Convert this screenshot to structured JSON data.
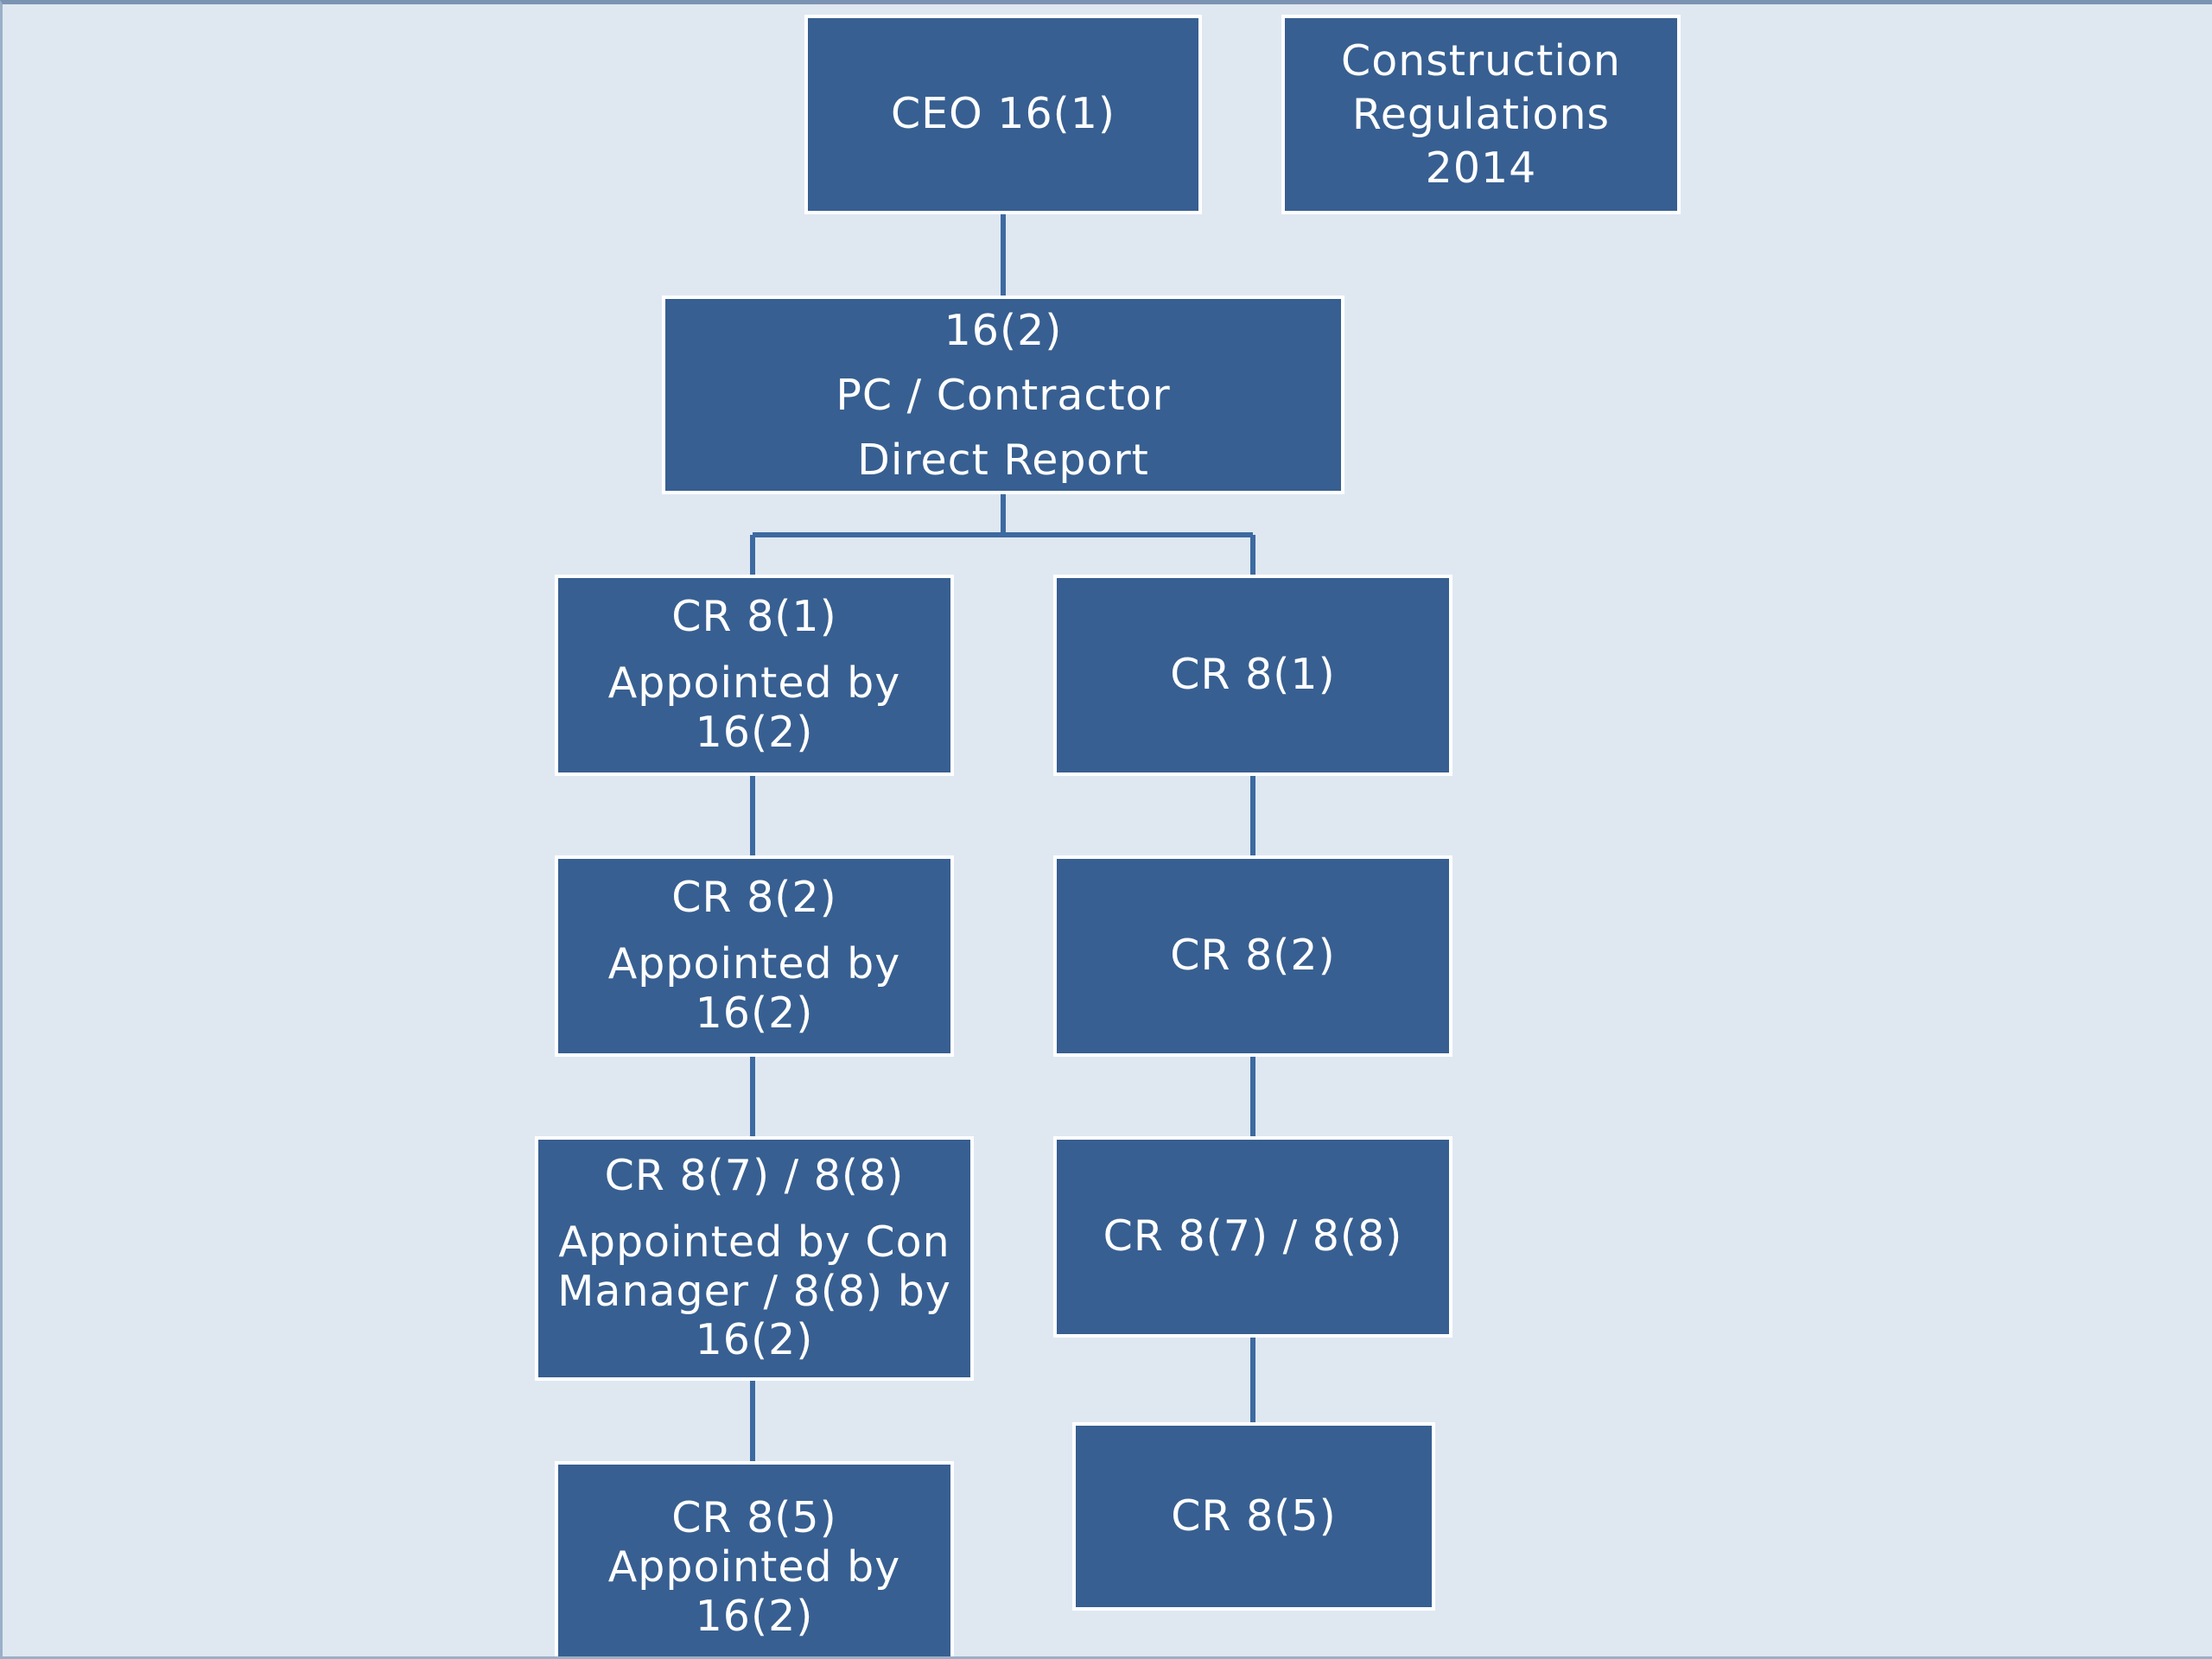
{
  "diagram": {
    "ceo": {
      "lines": [
        "CEO 16(1)"
      ]
    },
    "regs": {
      "lines": [
        "Construction",
        "Regulations",
        "2014"
      ]
    },
    "pc": {
      "lines": [
        "16(2)",
        "PC / Contractor",
        "Direct Report"
      ]
    },
    "left": [
      {
        "title": "CR 8(1)",
        "lines": [
          "Appointed by",
          "16(2)"
        ]
      },
      {
        "title": "CR 8(2)",
        "lines": [
          "Appointed by",
          "16(2)"
        ]
      },
      {
        "title": "CR 8(7) / 8(8)",
        "lines": [
          "Appointed by Con",
          "Manager /  8(8) by",
          "16(2)"
        ]
      },
      {
        "title": "CR 8(5)",
        "lines": [
          "Appointed by",
          "16(2)"
        ]
      }
    ],
    "right": [
      {
        "title": "CR 8(1)"
      },
      {
        "title": "CR 8(2)"
      },
      {
        "title": "CR 8(7) / 8(8)"
      },
      {
        "title": "CR 8(5)"
      }
    ],
    "colors": {
      "background": "#dfe8f1",
      "box_fill": "#375f91",
      "box_border": "#ffffff",
      "connector": "#3d6aa0",
      "text": "#ffffff"
    }
  }
}
